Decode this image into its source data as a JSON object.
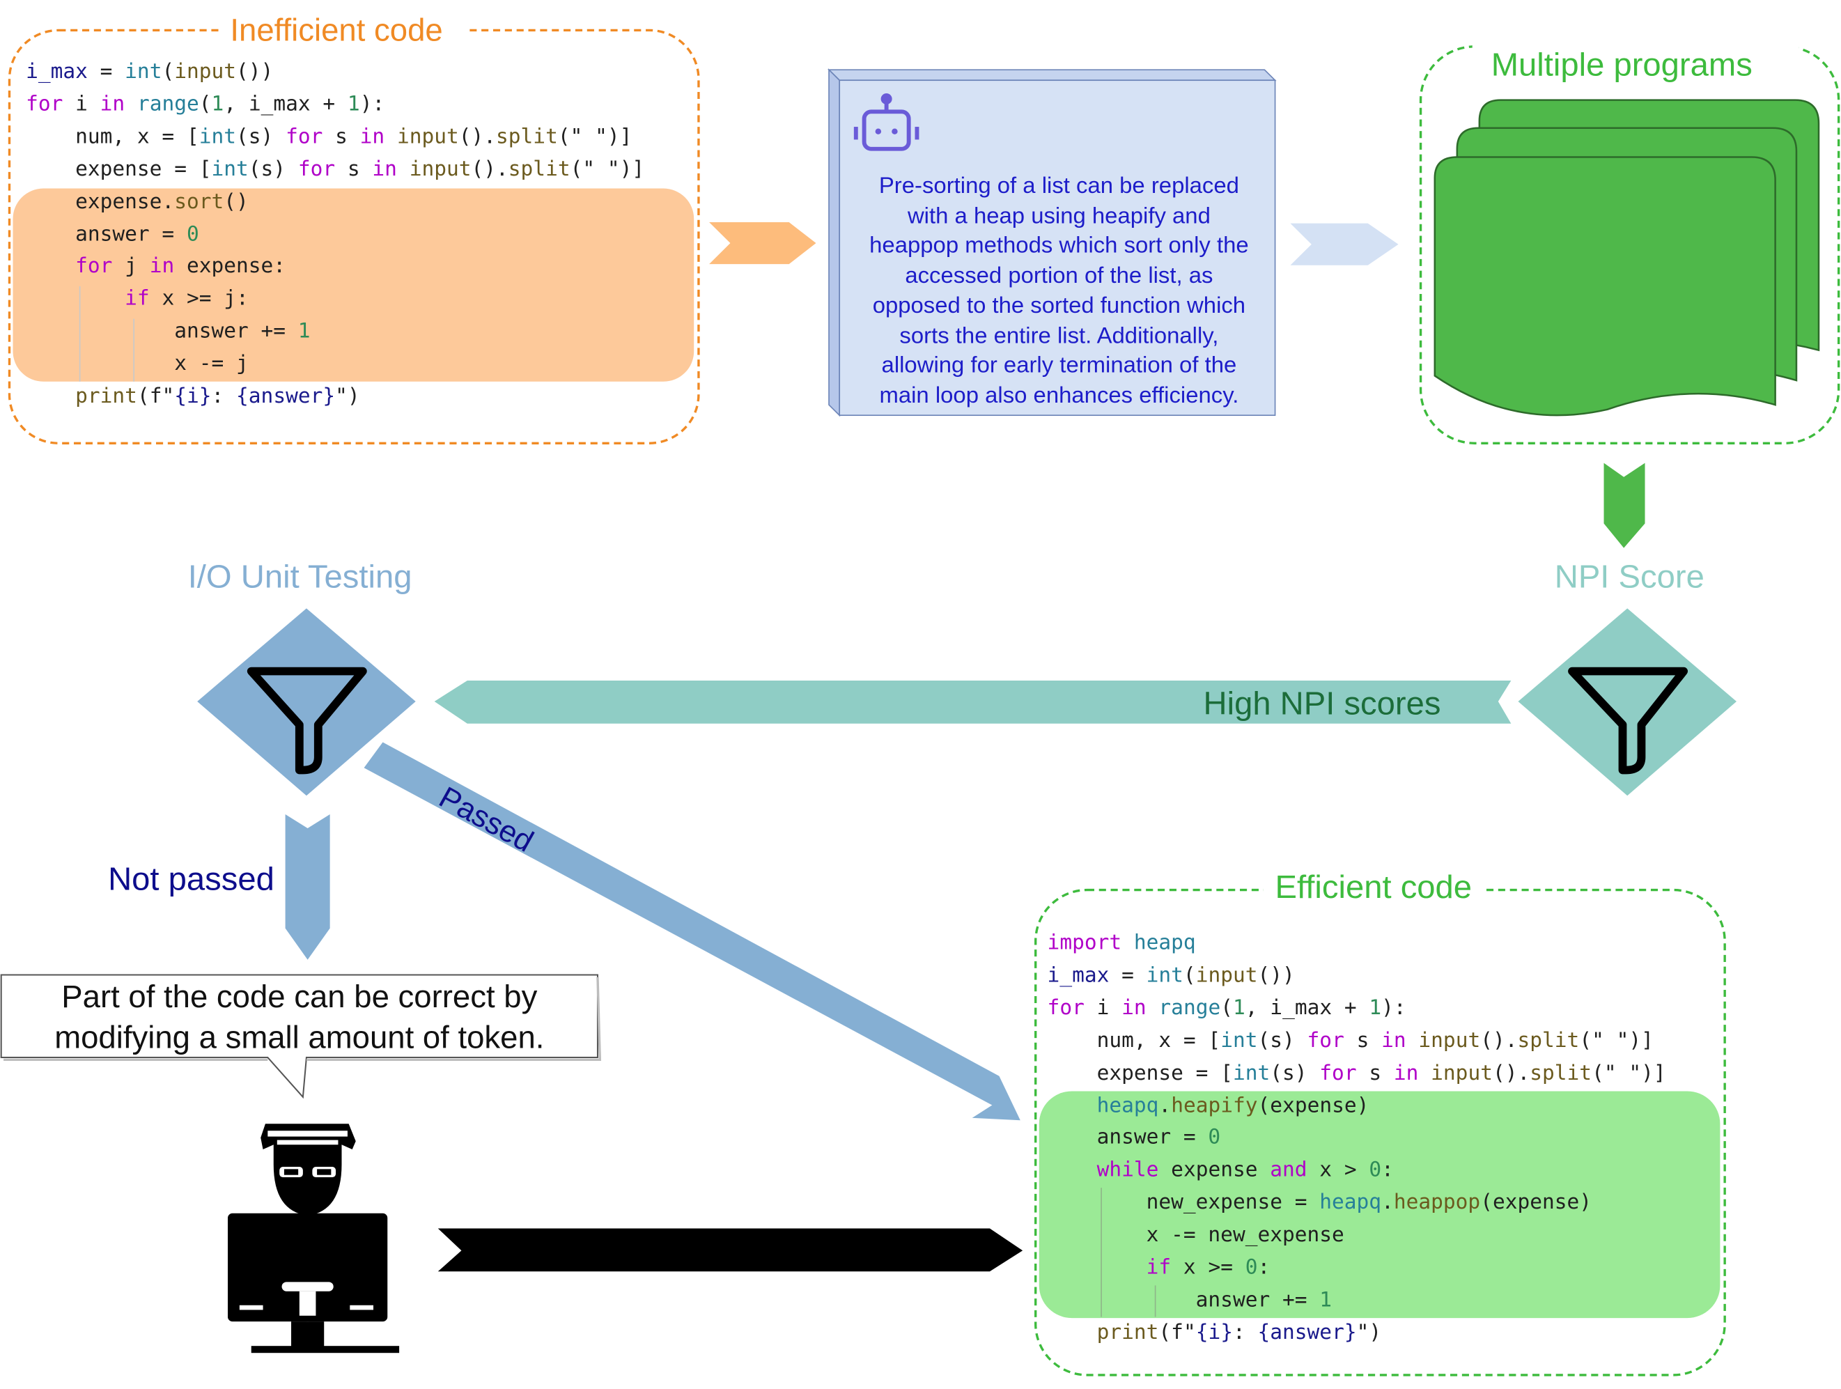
{
  "inefficient": {
    "title": "Inefficient code",
    "lines": [
      [
        [
          "var",
          "i_max"
        ],
        [
          "plain",
          " = "
        ],
        [
          "bi",
          "int"
        ],
        [
          "plain",
          "("
        ],
        [
          "fn",
          "input"
        ],
        [
          "plain",
          "())"
        ]
      ],
      [
        [
          "kw",
          "for"
        ],
        [
          "plain",
          " i "
        ],
        [
          "kw",
          "in"
        ],
        [
          "plain",
          " "
        ],
        [
          "bi",
          "range"
        ],
        [
          "plain",
          "("
        ],
        [
          "num",
          "1"
        ],
        [
          "plain",
          ", i_max + "
        ],
        [
          "num",
          "1"
        ],
        [
          "plain",
          "):"
        ]
      ],
      [
        [
          "plain",
          "    num, x = ["
        ],
        [
          "bi",
          "int"
        ],
        [
          "plain",
          "(s) "
        ],
        [
          "kw",
          "for"
        ],
        [
          "plain",
          " s "
        ],
        [
          "kw",
          "in"
        ],
        [
          "plain",
          " "
        ],
        [
          "fn",
          "input"
        ],
        [
          "plain",
          "()."
        ],
        [
          "fn",
          "split"
        ],
        [
          "plain",
          "(\" \")]"
        ]
      ],
      [
        [
          "plain",
          "    expense = ["
        ],
        [
          "bi",
          "int"
        ],
        [
          "plain",
          "(s) "
        ],
        [
          "kw",
          "for"
        ],
        [
          "plain",
          " s "
        ],
        [
          "kw",
          "in"
        ],
        [
          "plain",
          " "
        ],
        [
          "fn",
          "input"
        ],
        [
          "plain",
          "()."
        ],
        [
          "fn",
          "split"
        ],
        [
          "plain",
          "(\" \")]"
        ]
      ],
      [
        [
          "plain",
          "    expense."
        ],
        [
          "fn",
          "sort"
        ],
        [
          "plain",
          "()"
        ]
      ],
      [
        [
          "plain",
          "    answer = "
        ],
        [
          "num",
          "0"
        ]
      ],
      [
        [
          "plain",
          "    "
        ],
        [
          "kw",
          "for"
        ],
        [
          "plain",
          " j "
        ],
        [
          "kw",
          "in"
        ],
        [
          "plain",
          " expense:"
        ]
      ],
      [
        [
          "plain",
          "        "
        ],
        [
          "kw",
          "if"
        ],
        [
          "plain",
          " x >= j:"
        ]
      ],
      [
        [
          "plain",
          "            answer += "
        ],
        [
          "num",
          "1"
        ]
      ],
      [
        [
          "plain",
          "            x -= j"
        ]
      ],
      [
        [
          "plain",
          "    "
        ],
        [
          "fn",
          "print"
        ],
        [
          "plain",
          "(f\""
        ],
        [
          "var",
          "{i}"
        ],
        [
          "plain",
          ": "
        ],
        [
          "var",
          "{answer}"
        ],
        [
          "plain",
          "\")"
        ]
      ]
    ]
  },
  "robot": {
    "icon": "robot-icon",
    "text_lines": [
      "Pre-sorting of a list can be replaced",
      "with a heap using heapify and",
      "heappop methods which sort only the",
      "accessed portion of the list, as",
      "opposed to the sorted function which",
      "sorts the entire list. Additionally,",
      "allowing for early termination of the",
      "main loop also enhances efficiency."
    ]
  },
  "multiple_programs": {
    "title": "Multiple programs"
  },
  "io_unit_testing": {
    "title": "I/O Unit Testing",
    "icon": "filter-icon"
  },
  "npi_score": {
    "title": "NPI Score",
    "icon": "filter-icon"
  },
  "arrows": {
    "high_npi": "High NPI scores",
    "passed": "Passed",
    "not_passed": "Not passed"
  },
  "callout": {
    "lines": [
      "Part of the code can be correct by",
      "modifying a small amount of token."
    ]
  },
  "programmer": {
    "icon": "programmer-at-computer-icon"
  },
  "efficient": {
    "title": "Efficient code",
    "lines": [
      [
        [
          "kw",
          "import"
        ],
        [
          "plain",
          " "
        ],
        [
          "bi",
          "heapq"
        ]
      ],
      [
        [
          "var",
          "i_max"
        ],
        [
          "plain",
          " = "
        ],
        [
          "bi",
          "int"
        ],
        [
          "plain",
          "("
        ],
        [
          "fn",
          "input"
        ],
        [
          "plain",
          "())"
        ]
      ],
      [
        [
          "kw",
          "for"
        ],
        [
          "plain",
          " i "
        ],
        [
          "kw",
          "in"
        ],
        [
          "plain",
          " "
        ],
        [
          "bi",
          "range"
        ],
        [
          "plain",
          "("
        ],
        [
          "num",
          "1"
        ],
        [
          "plain",
          ", i_max + "
        ],
        [
          "num",
          "1"
        ],
        [
          "plain",
          "):"
        ]
      ],
      [
        [
          "plain",
          "    num, x = ["
        ],
        [
          "bi",
          "int"
        ],
        [
          "plain",
          "(s) "
        ],
        [
          "kw",
          "for"
        ],
        [
          "plain",
          " s "
        ],
        [
          "kw",
          "in"
        ],
        [
          "plain",
          " "
        ],
        [
          "fn",
          "input"
        ],
        [
          "plain",
          "()."
        ],
        [
          "fn",
          "split"
        ],
        [
          "plain",
          "(\" \")]"
        ]
      ],
      [
        [
          "plain",
          "    expense = ["
        ],
        [
          "bi",
          "int"
        ],
        [
          "plain",
          "(s) "
        ],
        [
          "kw",
          "for"
        ],
        [
          "plain",
          " s "
        ],
        [
          "kw",
          "in"
        ],
        [
          "plain",
          " "
        ],
        [
          "fn",
          "input"
        ],
        [
          "plain",
          "()."
        ],
        [
          "fn",
          "split"
        ],
        [
          "plain",
          "(\" \")]"
        ]
      ],
      [
        [
          "plain",
          "    "
        ],
        [
          "bi",
          "heapq"
        ],
        [
          "plain",
          "."
        ],
        [
          "fn",
          "heapify"
        ],
        [
          "plain",
          "(expense)"
        ]
      ],
      [
        [
          "plain",
          "    answer = "
        ],
        [
          "num",
          "0"
        ]
      ],
      [
        [
          "plain",
          "    "
        ],
        [
          "kw",
          "while"
        ],
        [
          "plain",
          " expense "
        ],
        [
          "kw",
          "and"
        ],
        [
          "plain",
          " x > "
        ],
        [
          "num",
          "0"
        ],
        [
          "plain",
          ":"
        ]
      ],
      [
        [
          "plain",
          "        new_expense = "
        ],
        [
          "bi",
          "heapq"
        ],
        [
          "plain",
          "."
        ],
        [
          "fn",
          "heappop"
        ],
        [
          "plain",
          "(expense)"
        ]
      ],
      [
        [
          "plain",
          "        x -= new_expense"
        ]
      ],
      [
        [
          "plain",
          "        "
        ],
        [
          "kw",
          "if"
        ],
        [
          "plain",
          " x >= "
        ],
        [
          "num",
          "0"
        ],
        [
          "plain",
          ":"
        ]
      ],
      [
        [
          "plain",
          "            answer += "
        ],
        [
          "num",
          "1"
        ]
      ],
      [
        [
          "plain",
          "    "
        ],
        [
          "fn",
          "print"
        ],
        [
          "plain",
          "(f\""
        ],
        [
          "var",
          "{i}"
        ],
        [
          "plain",
          ": "
        ],
        [
          "var",
          "{answer}"
        ],
        [
          "plain",
          "\")"
        ]
      ]
    ]
  },
  "colors": {
    "orange": "#f08a24",
    "orange_fill": "#fdc99a",
    "green": "#3dbb3d",
    "green_fill": "#9bea96",
    "page_green": "#4fb84a",
    "steel_blue": "#85afd3",
    "teal": "#8fcdc5",
    "robot_box": "#d6e2f5",
    "dark_navy": "#0d0d8c",
    "dark_green": "#1c6d3a"
  }
}
